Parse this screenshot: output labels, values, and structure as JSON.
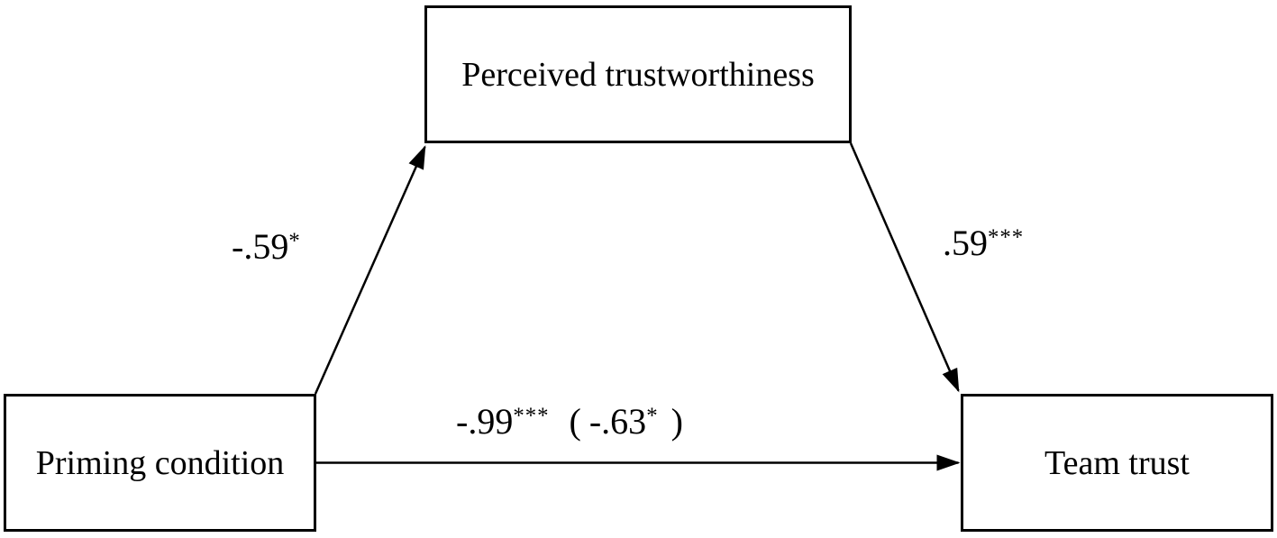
{
  "figure": {
    "type": "mediation-path-diagram",
    "background_color": "#ffffff",
    "line_color": "#000000",
    "boxes": {
      "mediator": {
        "label": "Perceived trustworthiness"
      },
      "predictor": {
        "label": "Priming condition"
      },
      "outcome": {
        "label": "Team trust"
      }
    },
    "paths": {
      "a": {
        "from": "Priming condition",
        "to": "Perceived trustworthiness",
        "coef": "-.59",
        "sig": "*"
      },
      "b": {
        "from": "Perceived trustworthiness",
        "to": "Team trust",
        "coef": ".59",
        "sig": "***"
      },
      "c": {
        "from": "Priming condition",
        "to": "Team trust",
        "coef": "-.99",
        "sig": "***",
        "paren_open": "(",
        "paren_coef": "-.63",
        "paren_sig": "*",
        "paren_close": ")"
      }
    }
  }
}
